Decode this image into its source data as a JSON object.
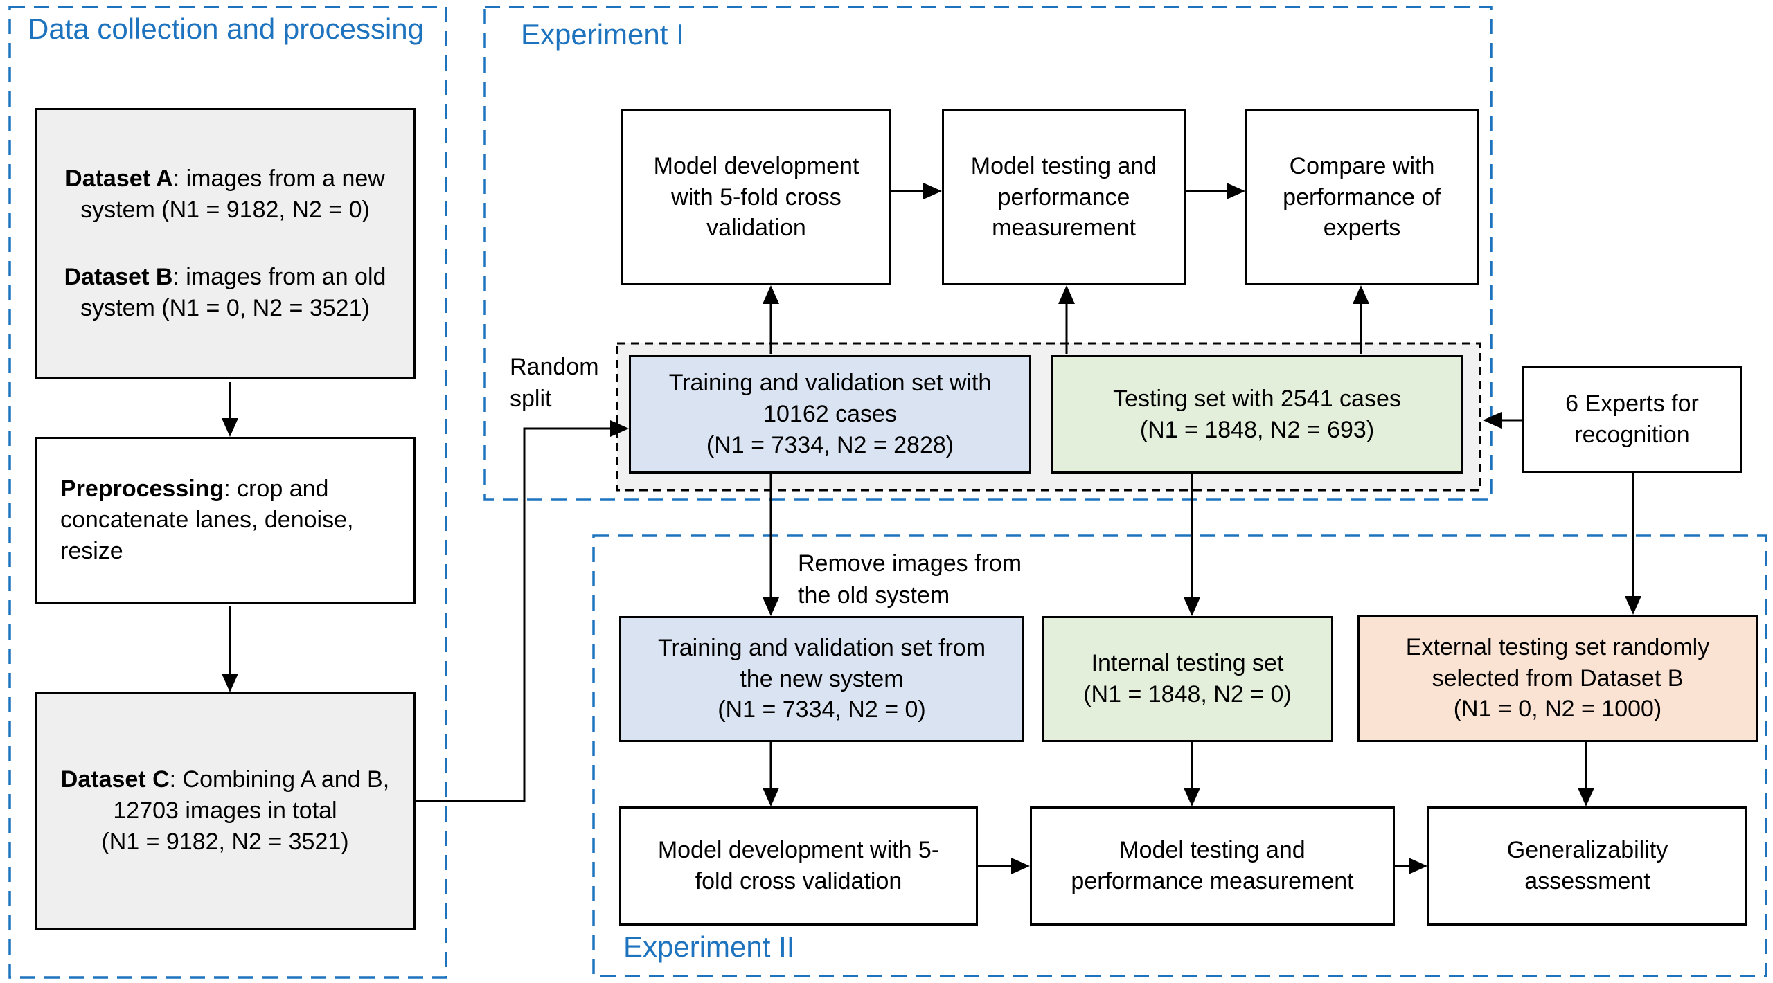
{
  "colors": {
    "accent-blue": "#1e73be",
    "box-gray": "#efefef",
    "box-blue": "#dae3f1",
    "box-green": "#e3efda",
    "box-orange": "#fbe3d3",
    "container-gray": "#f1f1f1"
  },
  "panels": {
    "data_collection": {
      "title": "Data collection and processing"
    },
    "experiment1": {
      "title": "Experiment I"
    },
    "experiment2": {
      "title": "Experiment II"
    }
  },
  "labels": {
    "random_split": "Random\nsplit",
    "remove_images": "Remove images from\nthe old system"
  },
  "boxes": {
    "dataset_ab": {
      "a_bold": "Dataset A",
      "a_rest": ": images from a new\nsystem (N1 = 9182, N2 = 0)",
      "b_bold": "Dataset B",
      "b_rest": ": images from an old\nsystem (N1 = 0, N2 = 3521)"
    },
    "preprocessing": {
      "bold": "Preprocessing",
      "rest": ": crop and\nconcatenate lanes, denoise,\nresize"
    },
    "dataset_c": {
      "bold": "Dataset C",
      "rest": ": Combining A and B,\n12703 images in total\n(N1 = 9182, N2 = 3521)"
    },
    "model_dev_1": {
      "text": "Model development\nwith 5-fold cross\nvalidation"
    },
    "model_test_1": {
      "text": "Model testing and\nperformance\nmeasurement"
    },
    "compare_experts": {
      "text": "Compare with\nperformance of\nexperts"
    },
    "train_val_1": {
      "text": "Training and validation set with\n10162 cases\n(N1 = 7334, N2 = 2828)"
    },
    "testing_1": {
      "text": "Testing set with 2541 cases\n(N1 = 1848, N2 = 693)"
    },
    "experts": {
      "text": "6 Experts for\nrecognition"
    },
    "train_val_2": {
      "text": "Training and validation set from\nthe new system\n(N1 = 7334, N2 = 0)"
    },
    "internal_test": {
      "text": "Internal testing set\n(N1 = 1848, N2 = 0)"
    },
    "external_test": {
      "text": "External testing set randomly\nselected from Dataset B\n(N1 = 0, N2 = 1000)"
    },
    "model_dev_2": {
      "text": "Model development with 5-\nfold cross validation"
    },
    "model_test_2": {
      "text": "Model testing and\nperformance measurement"
    },
    "generalizability": {
      "text": "Generalizability\nassessment"
    }
  }
}
